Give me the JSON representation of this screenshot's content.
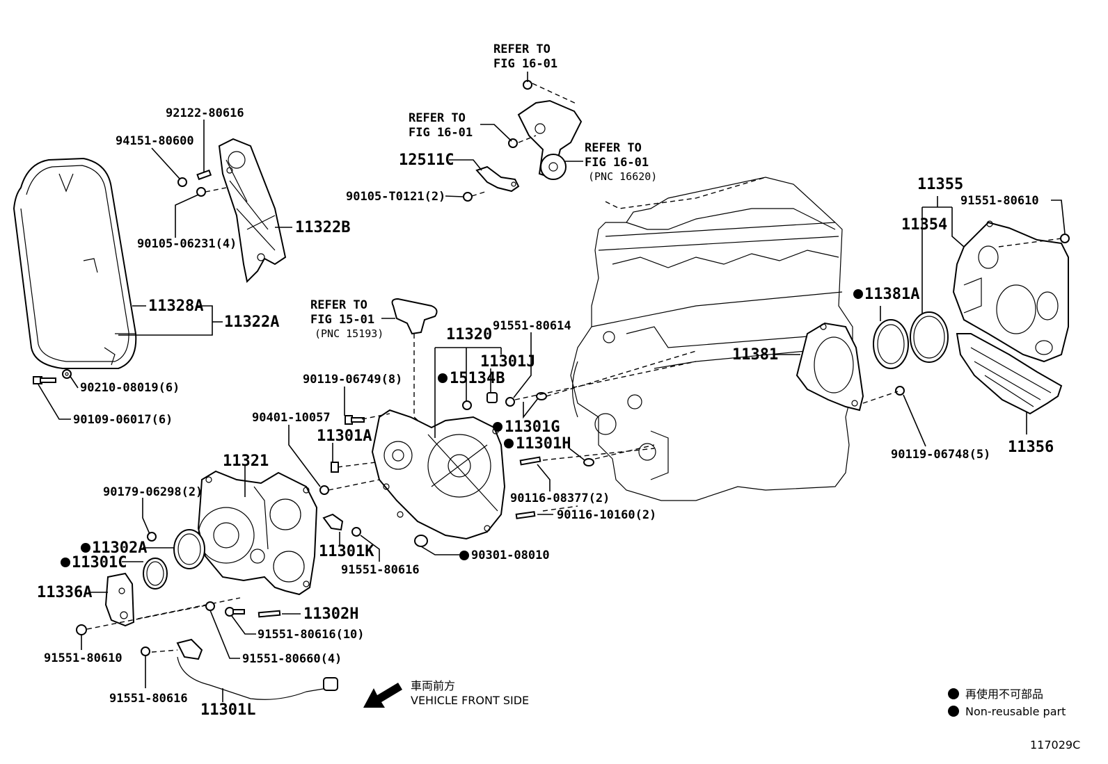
{
  "diagram_code": "117029C",
  "direction": {
    "jp": "車両前方",
    "en": "VEHICLE FRONT SIDE"
  },
  "legend": {
    "jp": "再使用不可部品",
    "en": "Non-reusable part"
  },
  "refs": {
    "r1": {
      "line1": "REFER TO",
      "line2": "FIG 16-01"
    },
    "r2": {
      "line1": "REFER TO",
      "line2": "FIG 16-01"
    },
    "r3": {
      "line1": "REFER TO",
      "line2": "FIG 16-01",
      "line3": "(PNC 16620)"
    },
    "r4": {
      "line1": "REFER TO",
      "line2": "FIG 15-01",
      "line3": "(PNC 15193)"
    }
  },
  "labels": {
    "p92122": "92122-80616",
    "p94151": "94151-80600",
    "p11322B": "11322B",
    "p90105a": "90105-06231(4)",
    "p11328A": "11328A",
    "p11322A": "11322A",
    "p90210": "90210-08019(6)",
    "p90109": "90109-06017(6)",
    "p12511C": "12511C",
    "p90105T": "90105-T0121(2)",
    "p11320": "11320",
    "p11301J": "11301J",
    "p15134B": "15134B",
    "p91551_614": "91551-80614",
    "p90119_749": "90119-06749(8)",
    "p90401": "90401-10057",
    "p11301A": "11301A",
    "p11301G": "11301G",
    "p11301H": "11301H",
    "p11321": "11321",
    "p90179": "90179-06298(2)",
    "p11302A": "11302A",
    "p11301C": "11301C",
    "p11301K": "11301K",
    "p91551_616a": "91551-80616",
    "p90116_377": "90116-08377(2)",
    "p90116_160": "90116-10160(2)",
    "p90301": "90301-08010",
    "p11336A": "11336A",
    "p11302H": "11302H",
    "p91551_616_10": "91551-80616(10)",
    "p91551_660": "91551-80660(4)",
    "p91551_610a": "91551-80610",
    "p91551_616b": "91551-80616",
    "p11301L": "11301L",
    "p11355": "11355",
    "p11354": "11354",
    "p91551_610b": "91551-80610",
    "p11381A": "11381A",
    "p11381": "11381",
    "p90119_748": "90119-06748(5)",
    "p11356": "11356"
  },
  "colors": {
    "ink": "#000000",
    "paper": "#ffffff"
  }
}
